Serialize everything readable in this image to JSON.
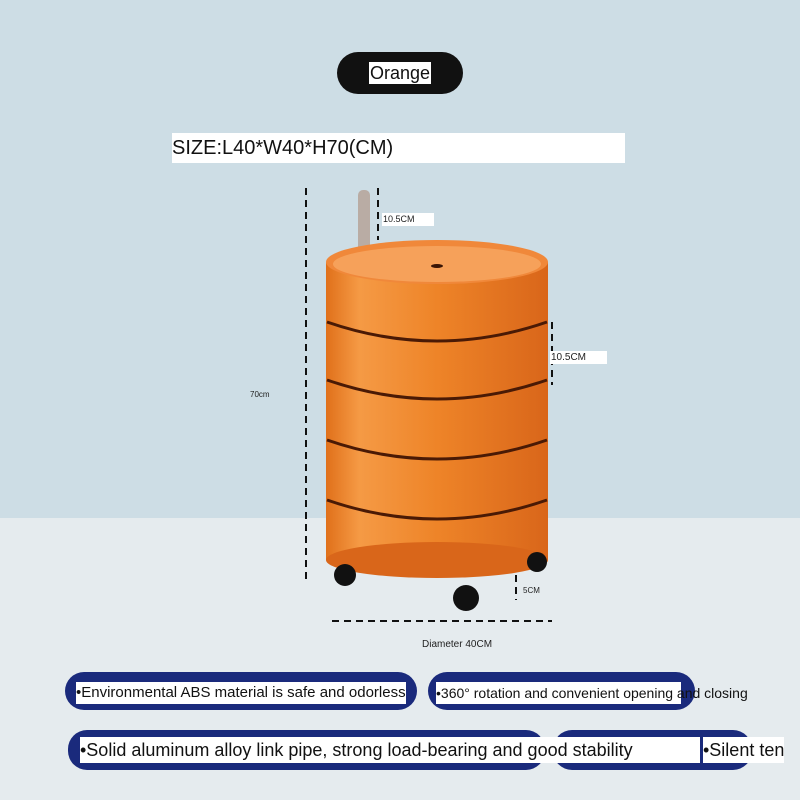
{
  "color_label": "Orange",
  "size": "SIZE:L40*W40*H70(CM)",
  "dimensions": {
    "pole_height": "10.5CM",
    "tier_height": "10.5CM",
    "total_height": "70cm",
    "wheel_height": "5CM",
    "diameter": "Diameter 40CM"
  },
  "features": [
    "•Environmental ABS material is safe and odorless",
    "•360° rotation and convenient opening and closing",
    "•Solid aluminum alloy link pipe, strong load-bearing and good stability",
    "•Silent ten"
  ],
  "colors": {
    "product": "#e8741c",
    "pill": "#1a2a7c"
  }
}
